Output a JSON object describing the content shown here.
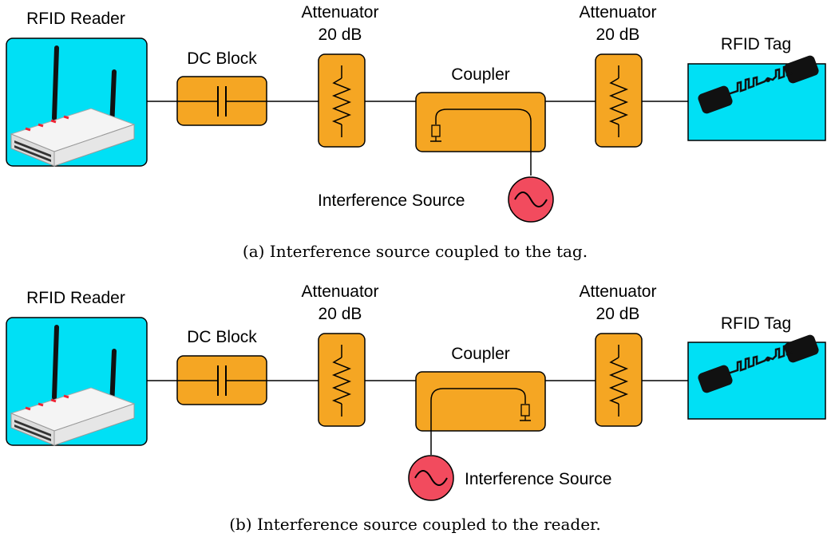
{
  "colors": {
    "block_fill": "#F5A623",
    "panel_fill": "#00E0F5",
    "source_fill": "#F24B5E"
  },
  "panels": [
    {
      "reader_label": "RFID Reader",
      "dc_block_label": "DC Block",
      "attenuator_left": [
        "Attenuator",
        "20 dB"
      ],
      "coupler_label": "Coupler",
      "attenuator_right": [
        "Attenuator",
        "20 dB"
      ],
      "tag_label": "RFID Tag",
      "source_label": "Interference Source",
      "caption": "(a) Interference source coupled to the tag."
    },
    {
      "reader_label": "RFID Reader",
      "dc_block_label": "DC Block",
      "attenuator_left": [
        "Attenuator",
        "20 dB"
      ],
      "coupler_label": "Coupler",
      "attenuator_right": [
        "Attenuator",
        "20 dB"
      ],
      "tag_label": "RFID Tag",
      "source_label": "Interference Source",
      "caption": "(b) Interference source coupled to the reader."
    }
  ]
}
